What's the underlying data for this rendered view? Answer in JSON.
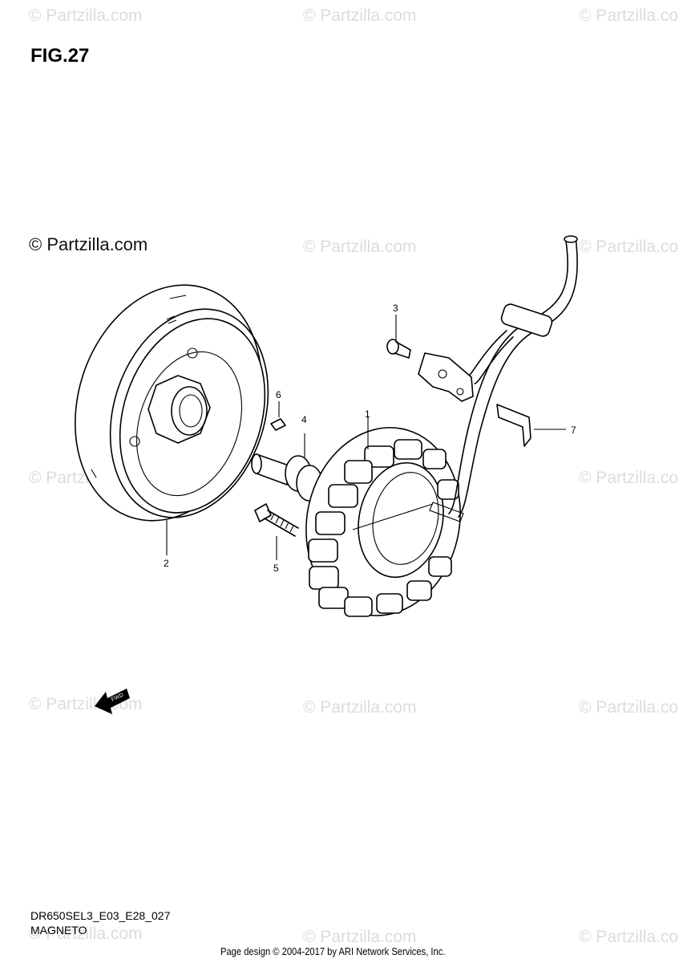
{
  "figure_label": "FIG.27",
  "copyright_overlay": "© Partzilla.com",
  "watermark_text": "© Partzilla.com",
  "callouts": [
    "1",
    "2",
    "3",
    "4",
    "5",
    "6",
    "7"
  ],
  "fwd_label": "FWD",
  "diagram_code": "DR650SEL3_E03_E28_027",
  "diagram_title": "MAGNETO",
  "footer": "Page design © 2004-2017 by ARI Network Services, Inc."
}
